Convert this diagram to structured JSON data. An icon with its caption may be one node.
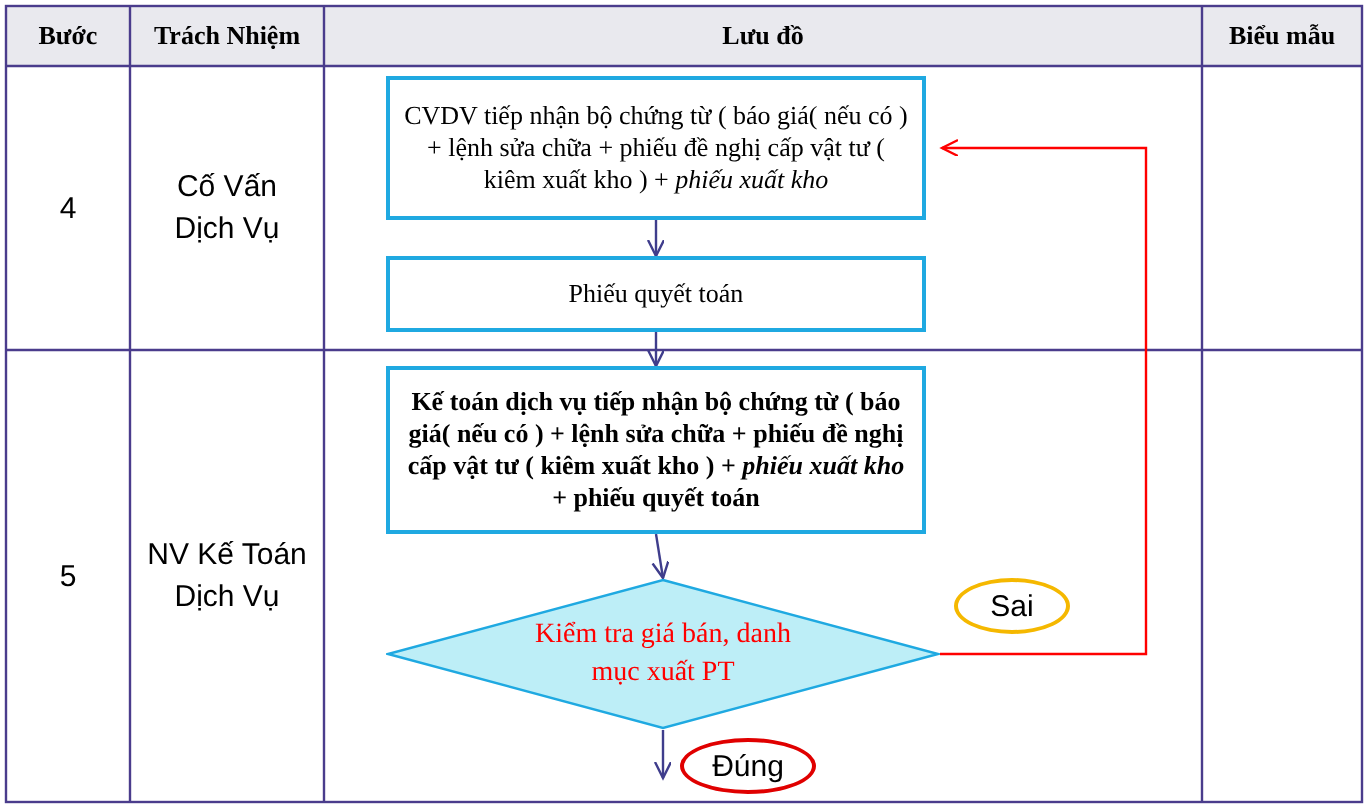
{
  "diagram": {
    "nodes": [
      {
        "text": [
          "CVDV tiếp nhận bộ chứng từ ( báo giá( nếu có ) + lệnh sửa chữa + phiếu đề nghị cấp vật tư ( kiêm xuất kho ) + *phiếu xuất kho*"
        ]
      },
      {
        "text": [
          "Phiếu quyết toán"
        ]
      },
      {
        "text": [
          "Kế toán dịch vụ  tiếp nhận bộ chứng từ ( báo giá( nếu có ) + lệnh sửa chữa + phiếu đề nghị cấp vật tư ( kiêm xuất kho ) + *phiếu xuất kho* + phiếu quyết toán"
        ]
      },
      {
        "text": [
          "Kiểm tra giá bán, danh mục xuất PT"
        ]
      }
    ],
    "edges": [
      {
        "from": 0,
        "to": 1,
        "arrow": "to"
      },
      {
        "from": 1,
        "to": 2,
        "arrow": "to"
      },
      {
        "from": 2,
        "to": 3,
        "arrow": "to"
      },
      {
        "from": 3,
        "to": 0,
        "arrow": "to",
        "label": "Sai",
        "color": "#ff0000"
      },
      {
        "from": 3,
        "to": null,
        "arrow": "to",
        "label": "Đúng"
      }
    ],
    "labels": [
      "Bước",
      "Trách Nhiệm",
      "Lưu đồ",
      "Biểu mẫu",
      "4",
      "Cố Vấn Dịch Vụ",
      "5",
      "NV Kế Toán Dịch Vụ"
    ]
  }
}
